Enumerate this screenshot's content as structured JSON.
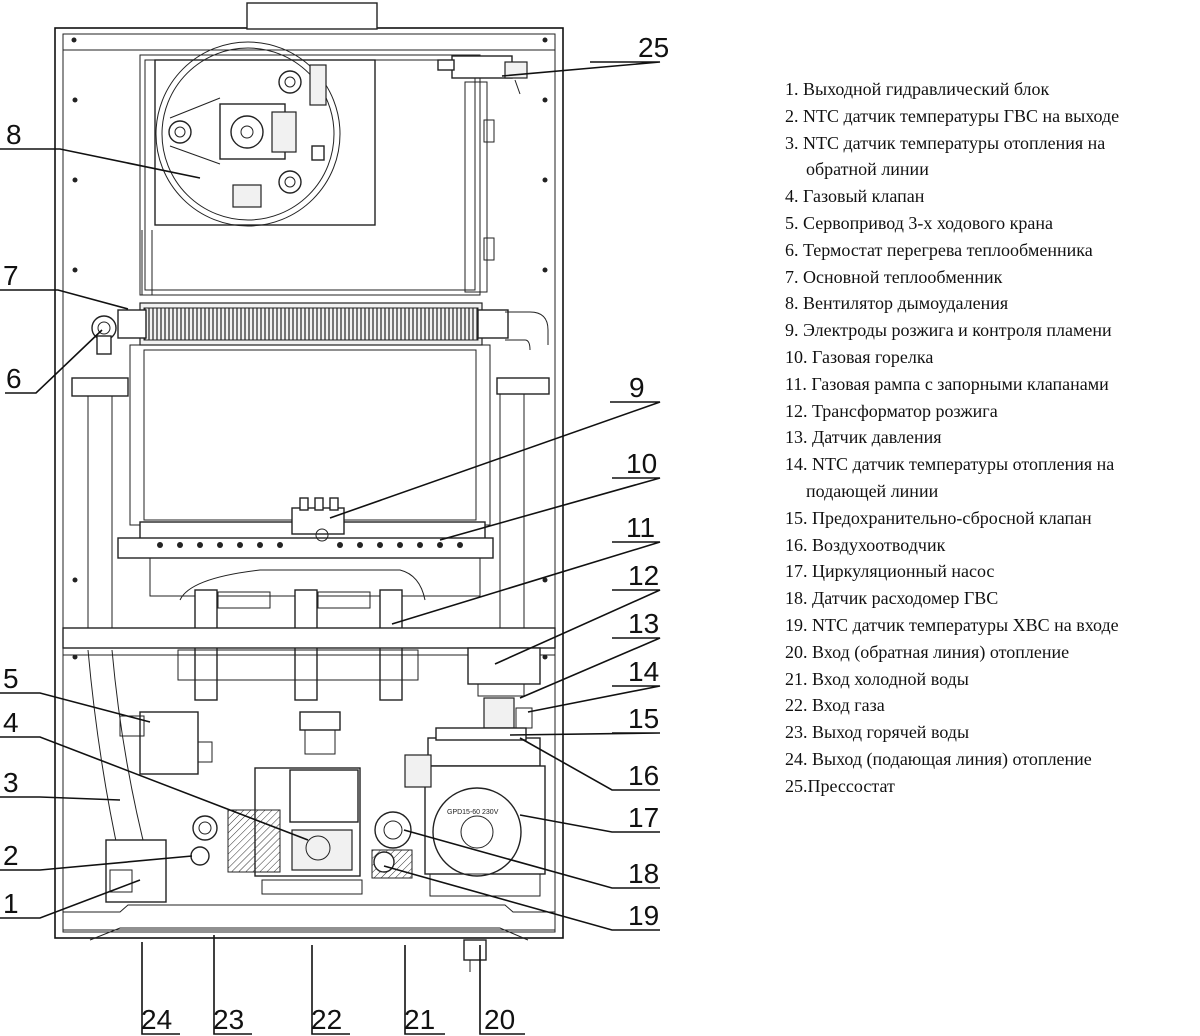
{
  "callouts": [
    "1",
    "2",
    "3",
    "4",
    "5",
    "6",
    "7",
    "8",
    "9",
    "10",
    "11",
    "12",
    "13",
    "14",
    "15",
    "16",
    "17",
    "18",
    "19",
    "20",
    "21",
    "22",
    "23",
    "24",
    "25"
  ],
  "pump_label": "GPD15-60 230V",
  "legend": [
    {
      "text": "1. Выходной гидравлический блок"
    },
    {
      "text": "2. NTC датчик температуры ГВС на выходе"
    },
    {
      "text": "3. NTC датчик температуры отопления на",
      "cont": "обратной линии"
    },
    {
      "text": "4. Газовый клапан"
    },
    {
      "text": "5. Сервопривод 3-х ходового крана"
    },
    {
      "text": "6. Термостат перегрева теплообменника"
    },
    {
      "text": "7. Основной теплообменник"
    },
    {
      "text": "8. Вентилятор дымоудаления"
    },
    {
      "text": "9. Электроды розжига и контроля пламени"
    },
    {
      "text": "10. Газовая горелка"
    },
    {
      "text": "11. Газовая рампа с запорными клапанами"
    },
    {
      "text": "12. Трансформатор розжига"
    },
    {
      "text": "13. Датчик давления"
    },
    {
      "text": "14. NTC датчик температуры отопления на",
      "cont": "подающей линии"
    },
    {
      "text": "15. Предохранительно-сбросной клапан"
    },
    {
      "text": "16. Воздухоотводчик"
    },
    {
      "text": "17. Циркуляционный насос"
    },
    {
      "text": "18. Датчик расходомер ГВС"
    },
    {
      "text": "19. NTC датчик температуры ХВС на входе"
    },
    {
      "text": "20. Вход (обратная линия) отопление"
    },
    {
      "text": "21. Вход холодной воды"
    },
    {
      "text": "22. Вход газа"
    },
    {
      "text": "23. Выход горячей воды"
    },
    {
      "text": "24. Выход (подающая линия) отопление"
    },
    {
      "text": "25.Прессостат"
    }
  ]
}
